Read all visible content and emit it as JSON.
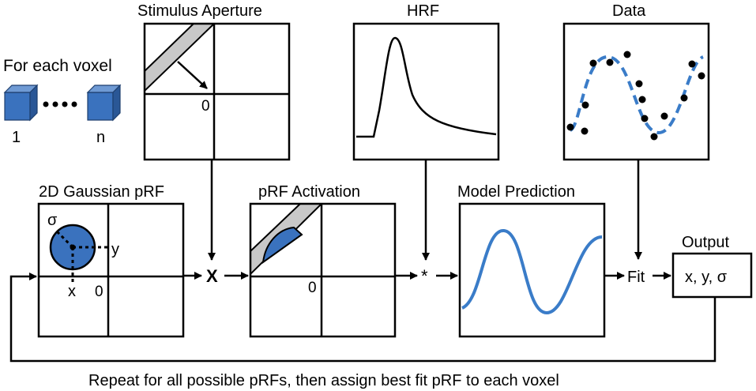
{
  "labels": {
    "stimulus_aperture": "Stimulus Aperture",
    "hrf": "HRF",
    "data": "Data",
    "for_each_voxel": "For each voxel",
    "voxel_first": "1",
    "voxel_last": "n",
    "gaussian_prf": "2D Gaussian pRF",
    "prf_activation": "pRF Activation",
    "model_prediction": "Model Prediction",
    "output": "Output",
    "output_value": "x, y, σ",
    "multiply": "X",
    "convolve": "*",
    "fit": "Fit",
    "sigma": "σ",
    "x": "x",
    "y": "y",
    "origin": "0",
    "footer": "Repeat for all possible pRFs, then assign best fit pRF to each voxel"
  },
  "colors": {
    "voxel_blue": "#3A72BE",
    "aperture_gray": "#C8C8C8",
    "curve_blue": "#3A7CC8",
    "line": "#000000"
  }
}
